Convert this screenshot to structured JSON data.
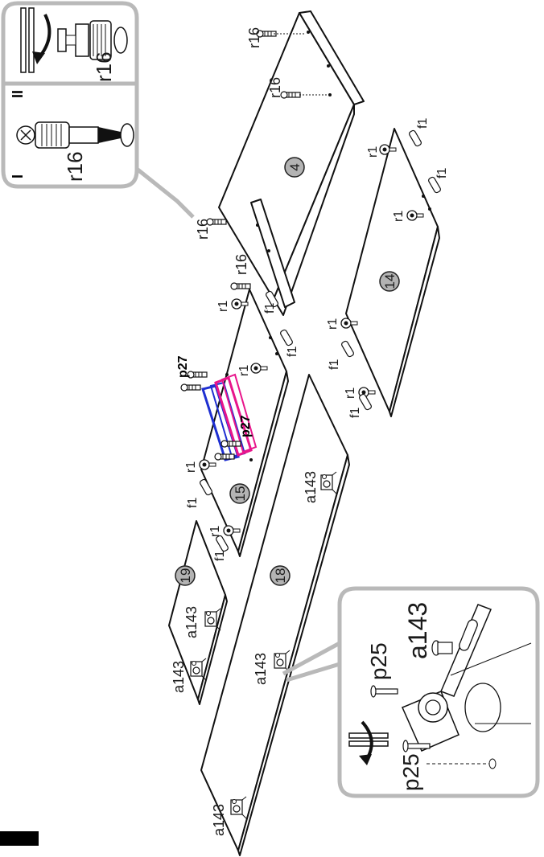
{
  "colors": {
    "callout_border": "#b9b9b9",
    "part_badge": "#b3b3b3",
    "handle_blue": "#1e2fd1",
    "handle_pink": "#e8158b",
    "black_tab": "#000000"
  },
  "step_inset": {
    "step_1_label": "I",
    "step_2_label": "II",
    "part_r16": "r16"
  },
  "parts": {
    "panel_4": "4",
    "panel_14": "14",
    "panel_15": "15",
    "panel_18": "18",
    "panel_19": "19"
  },
  "hardware": {
    "r16": "r16",
    "r1": "r1",
    "f1": "f1",
    "p27": "p27",
    "a143": "a143",
    "p25": "p25"
  },
  "inset_bottom": {
    "a143": "a143",
    "p25_top": "p25",
    "p25_bottom": "p25"
  },
  "icons": [
    "rotate-arrow-icon",
    "screw-icon",
    "dowel-icon",
    "cam-lock-icon",
    "handle-icon"
  ]
}
